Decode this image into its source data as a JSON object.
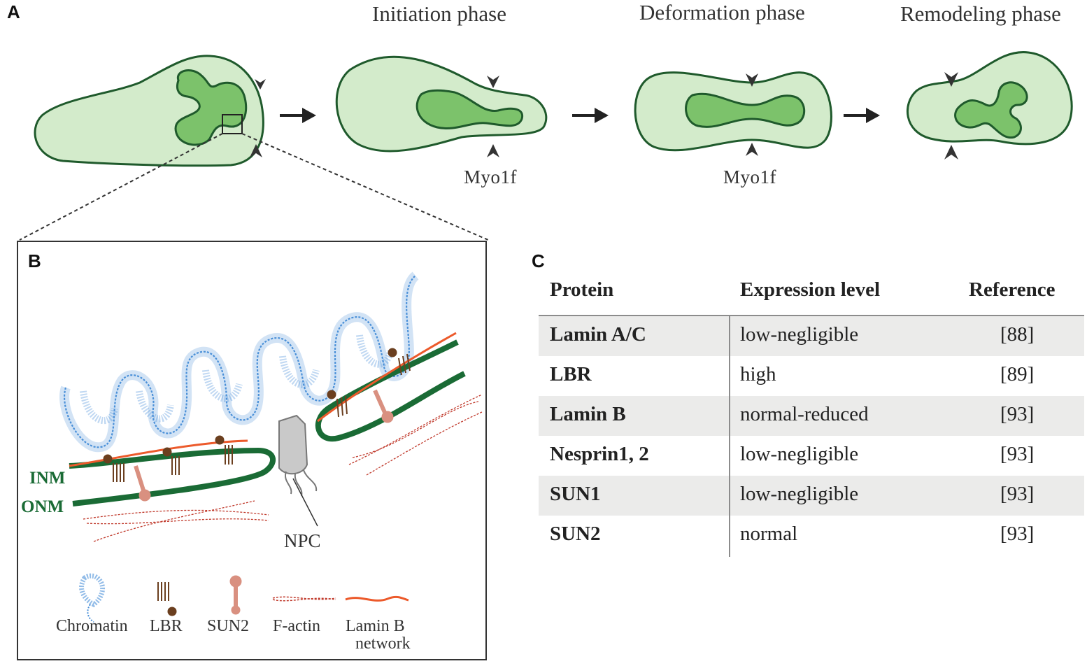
{
  "panels": {
    "a": "A",
    "b": "B",
    "c": "C"
  },
  "phases": {
    "initiation": "Initiation phase",
    "deformation": "Deformation phase",
    "remodeling": "Remodeling phase"
  },
  "myo_label": "Myo1f",
  "membrane_labels": {
    "inm": "INM",
    "onm": "ONM",
    "npc": "NPC"
  },
  "legend": [
    {
      "icon": "chromatin-icon",
      "line1": "Chromatin",
      "line2": ""
    },
    {
      "icon": "lbr-icon",
      "line1": "LBR",
      "line2": ""
    },
    {
      "icon": "sun2-icon",
      "line1": "SUN2",
      "line2": ""
    },
    {
      "icon": "f-actin-icon",
      "line1": "F-actin",
      "line2": ""
    },
    {
      "icon": "lamin-b-icon",
      "line1": "Lamin B",
      "line2": "network"
    }
  ],
  "table": {
    "headers": {
      "protein": "Protein",
      "expression": "Expression level",
      "reference": "Reference"
    },
    "rows": [
      {
        "protein": "Lamin A/C",
        "expression": "low-negligible",
        "reference": "[88]"
      },
      {
        "protein": "LBR",
        "expression": "high",
        "reference": "[89]"
      },
      {
        "protein": "Lamin B",
        "expression": "normal-reduced",
        "reference": "[93]"
      },
      {
        "protein": "Nesprin1, 2",
        "expression": "low-negligible",
        "reference": "[93]"
      },
      {
        "protein": "SUN1",
        "expression": "low-negligible",
        "reference": "[93]"
      },
      {
        "protein": "SUN2",
        "expression": "normal",
        "reference": "[93]"
      }
    ]
  },
  "colors": {
    "cell_fill": "#d3ebcb",
    "nucleus_fill": "#7cc26b",
    "outline": "#1f5a2c",
    "membrane": "#1a6b35",
    "lamin": "#ec5a2b",
    "chromatin": "#4a90d9",
    "lbr": "#6b3f1f",
    "sun2": "#d99080",
    "actin": "#c0392b"
  }
}
